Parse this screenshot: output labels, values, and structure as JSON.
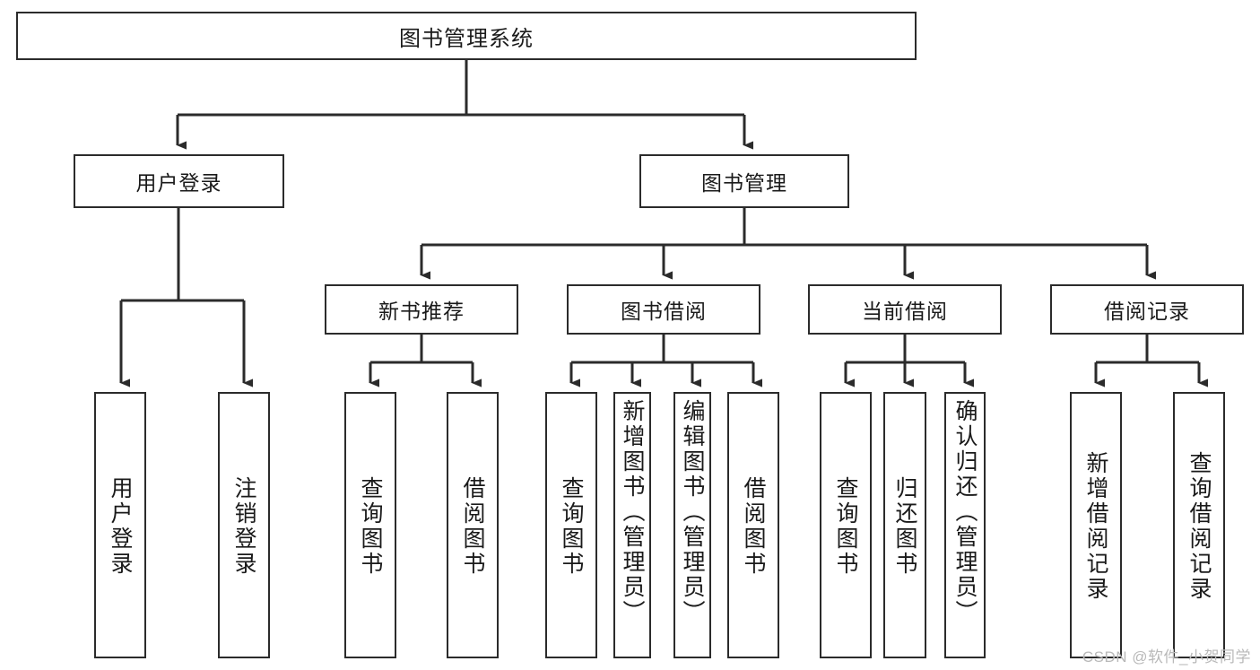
{
  "diagram": {
    "title": "图书管理系统",
    "type": "tree-hierarchy",
    "watermark": "CSDN @软件_小贺同学",
    "colors": {
      "stroke": "#2b2b2b",
      "fill": "#ffffff",
      "text": "#1a1a1a",
      "watermark": "#b9b9b9"
    },
    "levels": {
      "root": {
        "label": "图书管理系统"
      },
      "level2": [
        {
          "label": "用户登录"
        },
        {
          "label": "图书管理"
        }
      ],
      "level3": [
        {
          "label": "新书推荐"
        },
        {
          "label": "图书借阅"
        },
        {
          "label": "当前借阅"
        },
        {
          "label": "借阅记录"
        }
      ],
      "leaves": {
        "user_login": [
          {
            "label": "用户登录"
          },
          {
            "label": "注销登录"
          }
        ],
        "new_book_recommend": [
          {
            "label": "查询图书"
          },
          {
            "label": "借阅图书"
          }
        ],
        "book_borrow": [
          {
            "label": "查询图书"
          },
          {
            "label": "新增图书（管理员）"
          },
          {
            "label": "编辑图书（管理员）"
          },
          {
            "label": "借阅图书"
          }
        ],
        "current_borrow": [
          {
            "label": "查询图书"
          },
          {
            "label": "归还图书"
          },
          {
            "label": "确认归还（管理员）"
          }
        ],
        "borrow_record": [
          {
            "label": "新增借阅记录"
          },
          {
            "label": "查询借阅记录"
          }
        ]
      }
    }
  }
}
